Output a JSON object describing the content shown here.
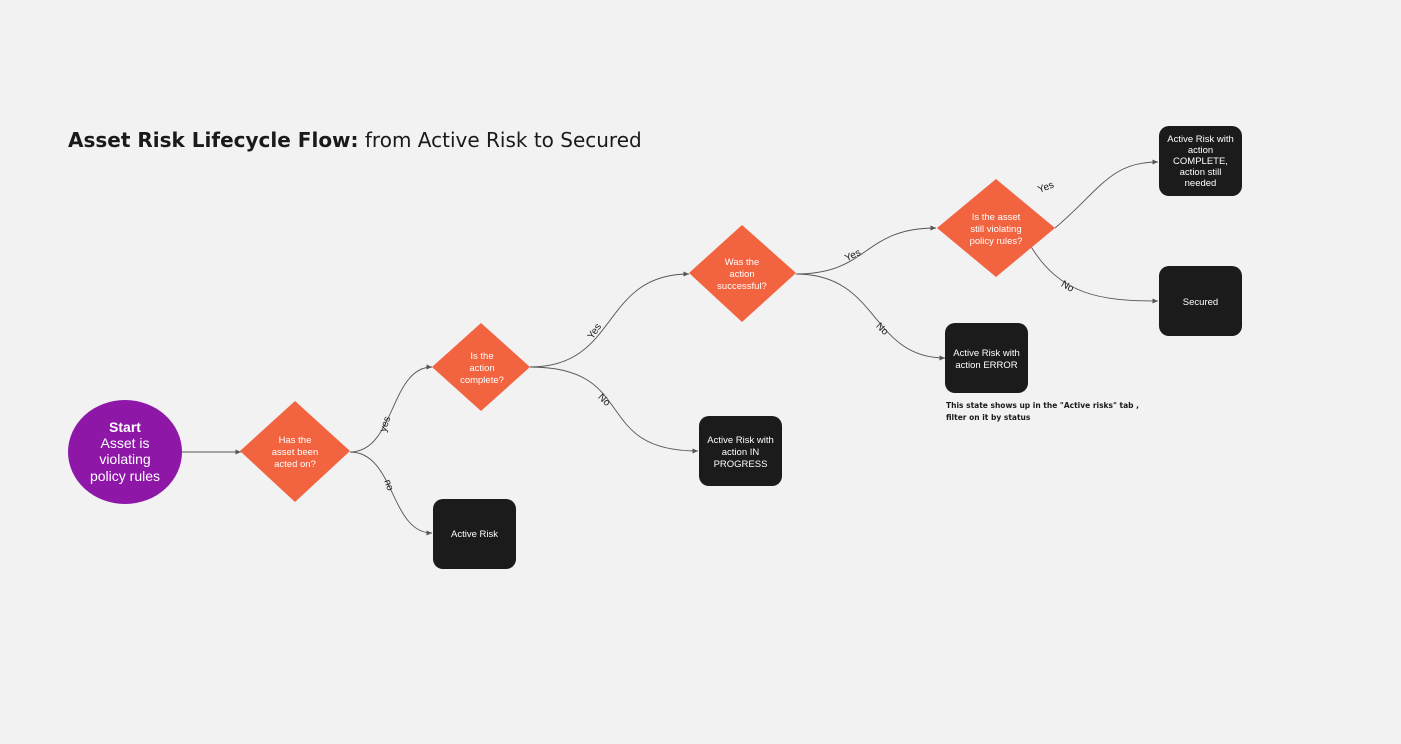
{
  "title": {
    "bold": "Asset Risk Lifecycle Flow:",
    "rest": " from Active Risk to Secured"
  },
  "start": {
    "title": "Start",
    "lines": [
      "Asset is",
      "violating",
      "policy rules"
    ]
  },
  "decisions": [
    {
      "id": "acted",
      "lines": [
        "Has the",
        "asset been",
        "acted on?"
      ]
    },
    {
      "id": "complete",
      "lines": [
        "Is the",
        "action",
        "complete?"
      ]
    },
    {
      "id": "success",
      "lines": [
        "Was the",
        "action",
        "successful?"
      ]
    },
    {
      "id": "violating",
      "lines": [
        "Is the asset",
        "still violating",
        "policy rules?"
      ]
    }
  ],
  "states": [
    {
      "id": "active-risk",
      "lines": [
        "Active Risk"
      ]
    },
    {
      "id": "in-progress",
      "lines": [
        "Active Risk with",
        "action IN",
        "PROGRESS"
      ]
    },
    {
      "id": "error",
      "lines": [
        "Active Risk with",
        "action ERROR"
      ]
    },
    {
      "id": "complete-needed",
      "lines": [
        "Active Risk with",
        "action",
        "COMPLETE,",
        "action still",
        "needed"
      ]
    },
    {
      "id": "secured",
      "lines": [
        "Secured"
      ]
    }
  ],
  "edge_labels": {
    "acted_yes": "yes",
    "acted_no": "no",
    "complete_yes": "Yes",
    "complete_no": "No",
    "success_yes": "Yes",
    "success_no": "No",
    "violating_yes": "Yes",
    "violating_no": "No"
  },
  "note": "This state shows up in the \"Active risks\" tab , filter on it by status",
  "colors": {
    "decision": "#f26440",
    "state": "#1b1b1b",
    "start": "#8e17a8",
    "background": "#f2f2f2"
  }
}
